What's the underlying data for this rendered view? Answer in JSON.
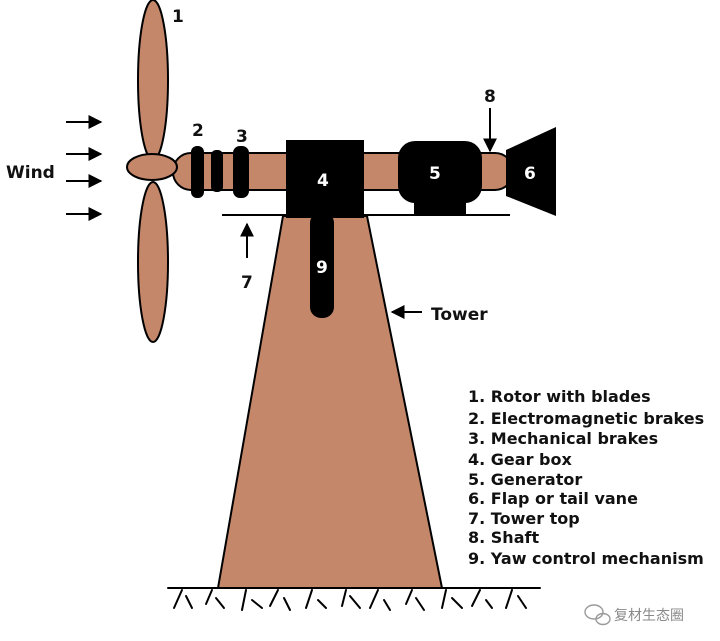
{
  "labels": {
    "wind": "Wind",
    "tower": "Tower",
    "n1": "1",
    "n2": "2",
    "n3": "3",
    "n4": "4",
    "n5": "5",
    "n6": "6",
    "n7": "7",
    "n8": "8",
    "n9": "9"
  },
  "legend": [
    "1. Rotor with blades",
    "2. Electromagnetic brakes",
    "3. Mechanical brakes",
    "4. Gear box",
    "5. Generator",
    "6. Flap or tail vane",
    "7. Tower top",
    "8. Shaft",
    "9. Yaw control mechanism"
  ],
  "watermark": {
    "text": "复材生态圈",
    "icon": "wechat-icon"
  },
  "colors": {
    "body": "#C4876A",
    "outline": "#000000",
    "component": "#000000",
    "label_on_black": "#ffffff"
  }
}
